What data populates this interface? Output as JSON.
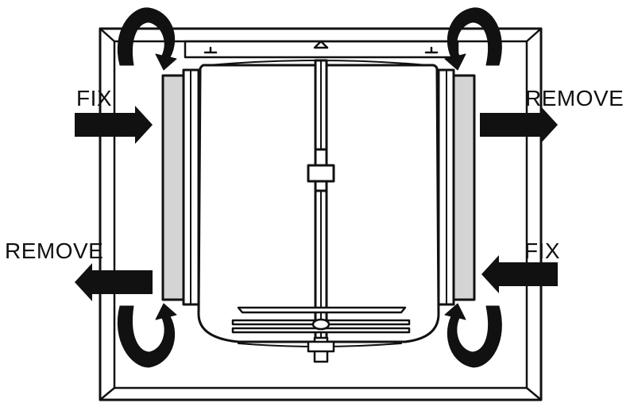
{
  "labels": {
    "top_left": "FIX",
    "top_right": "REMOVE",
    "bottom_left": "REMOVE",
    "bottom_right": "FIX"
  },
  "colors": {
    "ink": "#111111",
    "filter_gray": "#d4d4d4",
    "background": "#ffffff"
  }
}
